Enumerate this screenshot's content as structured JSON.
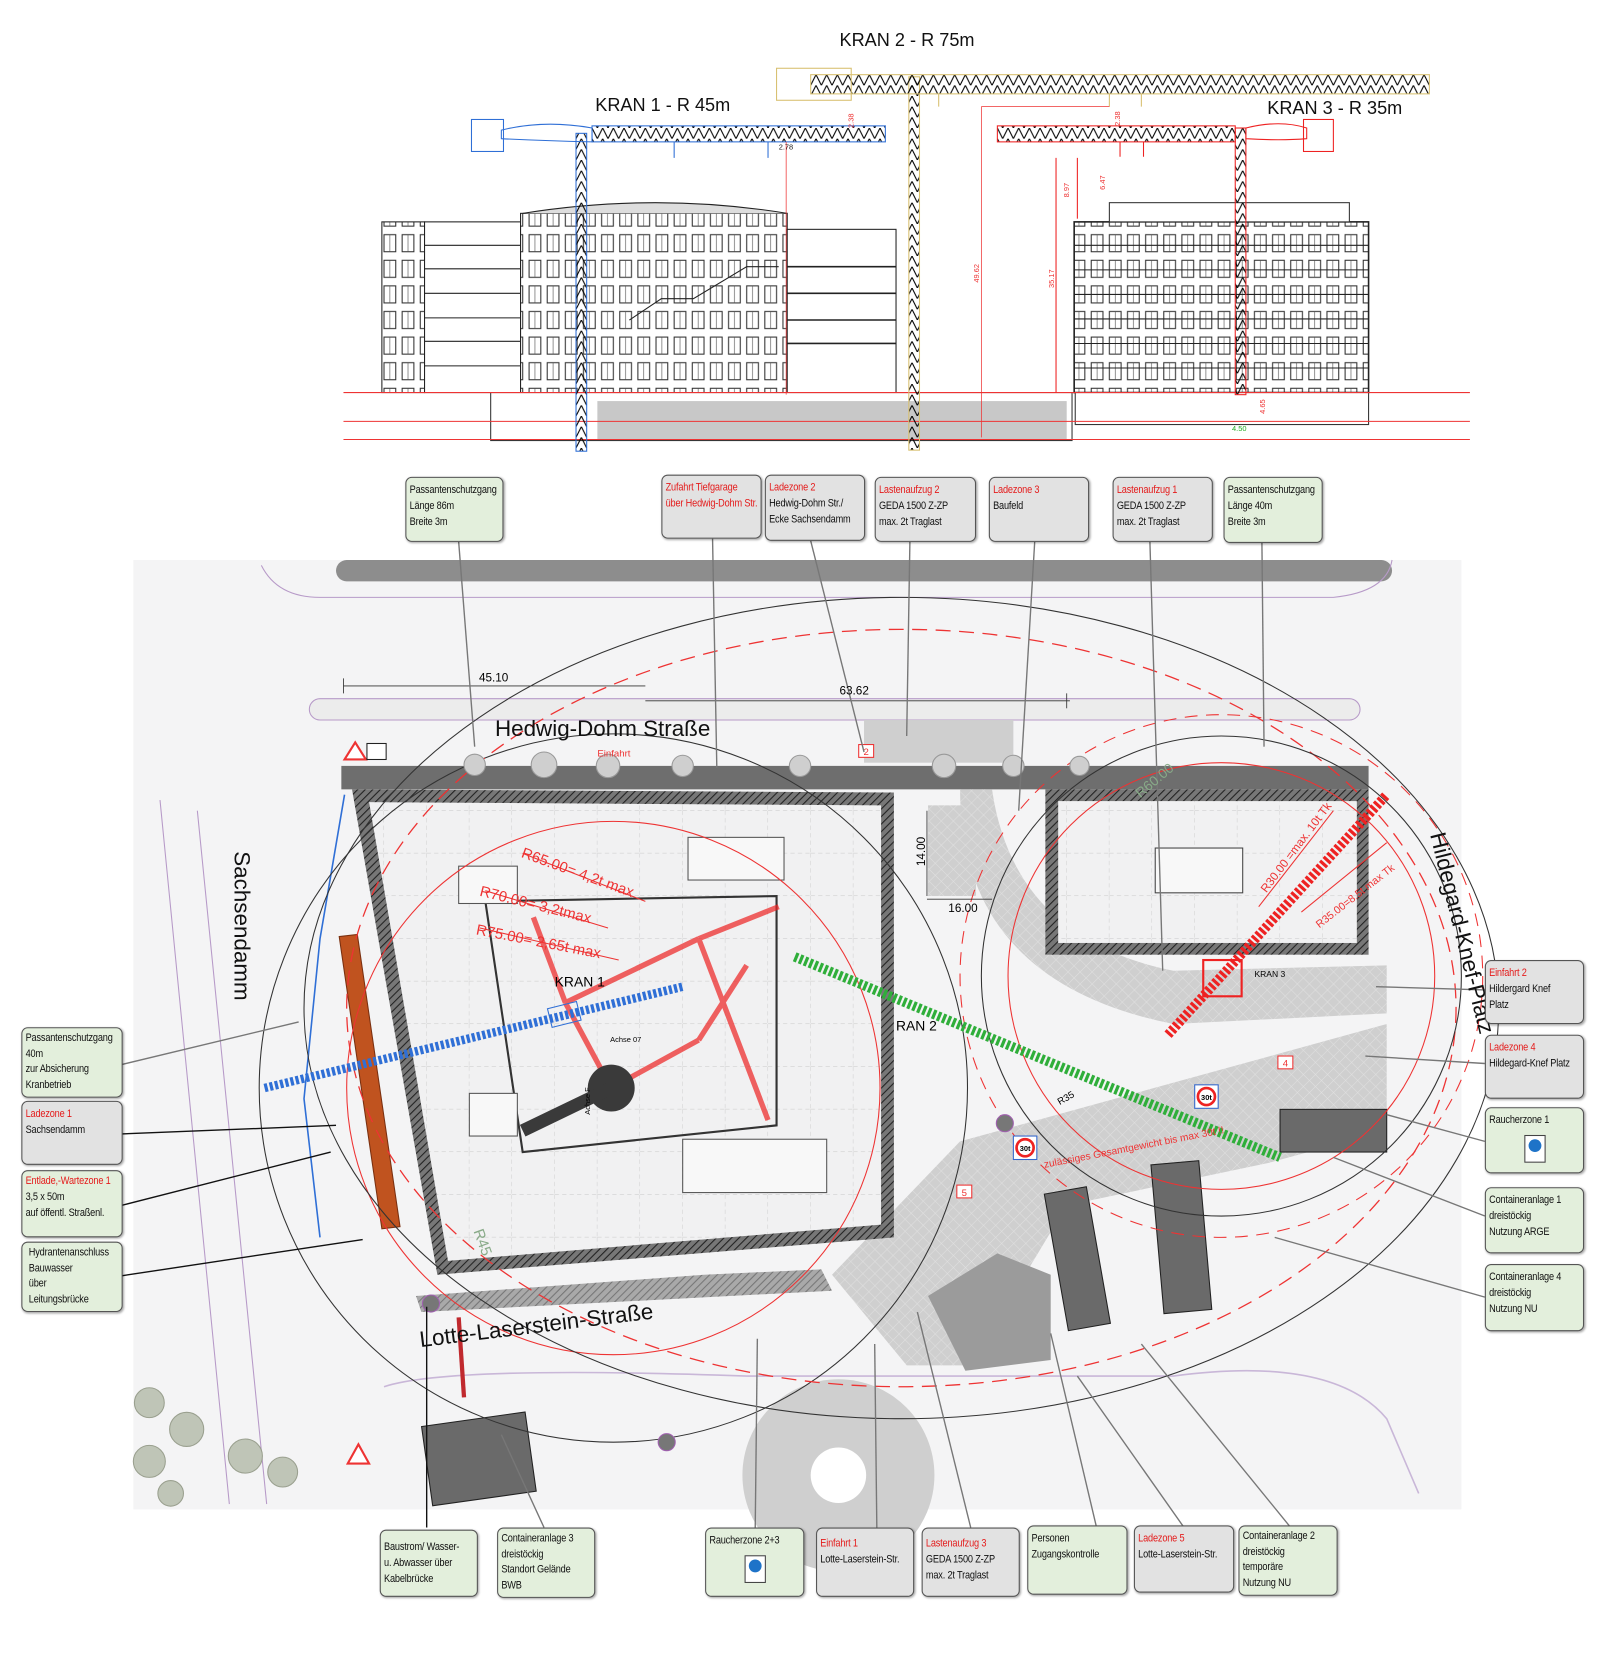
{
  "elevation": {
    "crane_titles": {
      "kran1": "KRAN 1 - R 45m",
      "kran2": "KRAN 2 - R 75m",
      "kran3": "KRAN 3 - R 35m"
    },
    "dimensions": {
      "d1": "2.38",
      "d2": "2.78",
      "d3": "2.38",
      "d4": "49.62",
      "d5": "35.17",
      "d6": "8.97",
      "d7": "6.47",
      "d8": "4.65",
      "d9": "4.50"
    }
  },
  "plan": {
    "streets": {
      "north": "Hedwig-Dohm Straße",
      "west": "Sachsendamm",
      "east": "Hildegard-Knef-Platz",
      "south": "Lotte-Laserstein-Straße"
    },
    "dimensions": {
      "d45": "45.10",
      "d63": "63.62",
      "d14": "14.00",
      "d16": "16.00"
    },
    "entry_label": "Einfahrt",
    "crane_labels": {
      "k1": "KRAN 1",
      "k2": "RAN 2",
      "k3": "KRAN 3"
    },
    "load_texts": {
      "r65": "R65.00= 4,2t max",
      "r70": "R70.00= 3,2tmax",
      "r75": "R75.00= 2,65t max",
      "r30": "R30.00 =max. 10t Tk",
      "r35t": "R35.00=8.5t max Tk",
      "r60": "R60.00",
      "r35": "R35",
      "r45": "R45",
      "weight": "zulässiges Gesamtgewicht bis max 30t !!"
    },
    "axes": {
      "f": "Achse F",
      "a07": "Achse 07"
    },
    "speed_sign": "30t",
    "zones": {
      "z2": "2",
      "z4": "4",
      "z5": "5"
    },
    "colors": {
      "kran1": "#2f6fd6",
      "kran2": "#d8c070",
      "kran3": "#ee2222",
      "kran2_plan": "#2fae3a",
      "callout_green": "#e3efdc",
      "callout_gray": "#e2e2e2",
      "label_red": "#e41b1b"
    }
  },
  "callouts": {
    "top": [
      {
        "title": "",
        "lines": [
          "Passantenschutzgang",
          "Länge 86m",
          "Breite 3m"
        ]
      },
      {
        "title": "Zufahrt Tiefgarage",
        "lines": [
          "über Hedwig-Dohm Str."
        ]
      },
      {
        "title": "Ladezone 2",
        "lines": [
          "Hedwig-Dohm Str./",
          "Ecke Sachsendamm"
        ]
      },
      {
        "title": "Lastenaufzug 2",
        "lines": [
          "GEDA 1500 Z-ZP",
          "max. 2t Traglast"
        ]
      },
      {
        "title": "Ladezone 3",
        "lines": [
          "Baufeld"
        ]
      },
      {
        "title": "Lastenaufzug 1",
        "lines": [
          "GEDA 1500 Z-ZP",
          "max. 2t Traglast"
        ]
      },
      {
        "title": "",
        "lines": [
          "Passantenschutzgang",
          "Länge 40m",
          "Breite 3m"
        ]
      }
    ],
    "left": [
      {
        "title": "",
        "lines": [
          "Passantenschutzgang",
          "40m",
          "zur Absicherung",
          "Kranbetrieb"
        ]
      },
      {
        "title": "Ladezone 1",
        "lines": [
          "Sachsendamm"
        ]
      },
      {
        "title": "Entlade,-Wartezone 1",
        "lines": [
          "3,5 x 50m",
          "auf öffentl. Straßenl."
        ]
      },
      {
        "title": "",
        "lines": [
          "Hydrantenanschluss",
          "Bauwasser",
          "über",
          "Leitungsbrücke"
        ]
      }
    ],
    "right": [
      {
        "title": "Einfahrt 2",
        "lines": [
          "Hildergard Knef",
          "Platz"
        ]
      },
      {
        "title": "Ladezone 4",
        "lines": [
          "Hildegard-Knef Platz"
        ]
      },
      {
        "title": "",
        "lines": [
          "Raucherzone 1"
        ]
      },
      {
        "title": "",
        "lines": [
          "Containeranlage 1",
          "dreistöckig",
          "Nutzung ARGE"
        ]
      },
      {
        "title": "",
        "lines": [
          "Containeranlage 4",
          "dreistöckig",
          "Nutzung NU"
        ]
      }
    ],
    "bottom": [
      {
        "title": "",
        "lines": [
          "Baustrom/ Wasser-",
          "u. Abwasser über",
          "Kabelbrücke"
        ]
      },
      {
        "title": "",
        "lines": [
          "Containeranlage 3",
          "dreistöckig",
          "Standort Gelände",
          "BWB"
        ]
      },
      {
        "title": "",
        "lines": [
          "Raucherzone 2+3"
        ]
      },
      {
        "title": "Einfahrt 1",
        "lines": [
          "Lotte-Laserstein-Str."
        ]
      },
      {
        "title": "Lastenaufzug 3",
        "lines": [
          "GEDA 1500 Z-ZP",
          "max. 2t Traglast"
        ]
      },
      {
        "title": "",
        "lines": [
          "Personen",
          "Zugangskontrolle"
        ]
      },
      {
        "title": "Ladezone 5",
        "lines": [
          "Lotte-Laserstein-Str."
        ]
      },
      {
        "title": "",
        "lines": [
          "Containeranlage 2",
          "dreistöckig",
          "temporäre",
          "Nutzung NU"
        ]
      }
    ]
  }
}
